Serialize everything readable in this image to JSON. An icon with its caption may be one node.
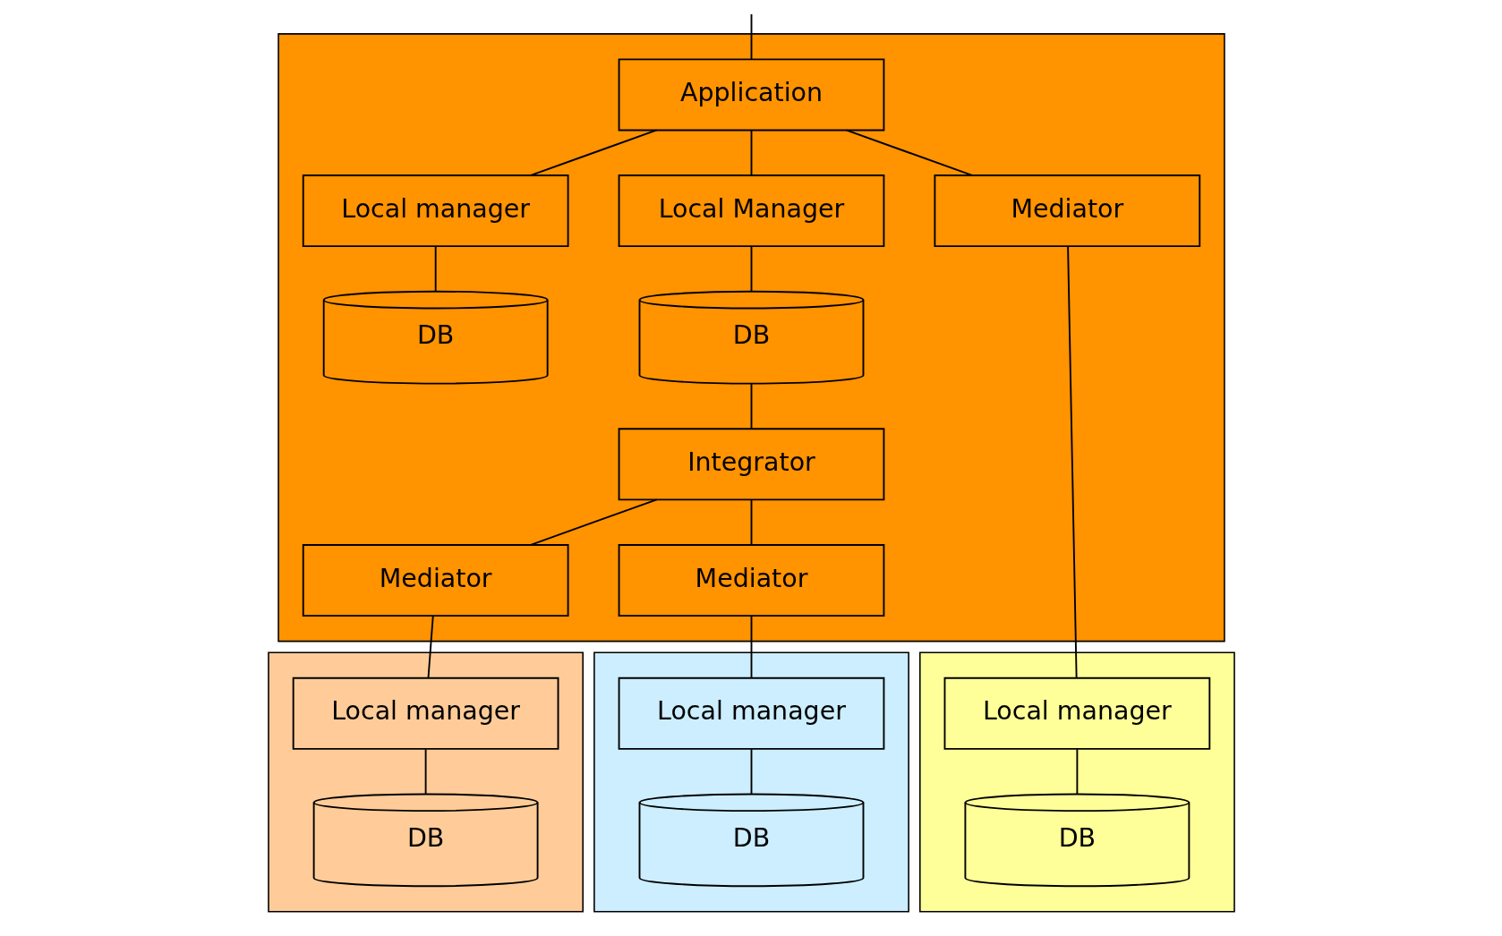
{
  "diagram": {
    "nodes": [
      {
        "text": [],
        "shape": "box"
      },
      {
        "text": [
          "Application"
        ],
        "in": 0
      },
      {
        "text": [
          "Local manager"
        ],
        "in": 0
      },
      {
        "text": [
          "Mediator"
        ],
        "in": 0
      },
      {
        "text": [
          "Local Manager"
        ],
        "in": 0
      },
      {
        "text": [
          "DB"
        ],
        "in": 0
      },
      {
        "text": [
          "DB"
        ],
        "in": 0
      },
      {
        "text": [
          "Integrator"
        ],
        "in": 0
      },
      {
        "text": [
          "Mediator"
        ],
        "in": 0
      },
      {
        "text": [
          "Mediator"
        ],
        "in": 0
      },
      {
        "text": [],
        "shape": "box"
      },
      {
        "text": [
          "Local manager"
        ],
        "in": 10
      },
      {
        "text": [
          "DB"
        ],
        "in": 10
      },
      {
        "text": [],
        "shape": "box"
      },
      {
        "text": [
          "Local manager"
        ],
        "in": 13
      },
      {
        "text": [
          "DB"
        ],
        "in": 13
      },
      {
        "text": [],
        "shape": "box"
      },
      {
        "text": [
          "Local manager"
        ],
        "in": 16
      },
      {
        "text": [
          "DB"
        ],
        "in": 16
      }
    ],
    "edges": [
      {
        "from": null,
        "to": 1,
        "arrow": "none"
      },
      {
        "from": 1,
        "to": 2,
        "arrow": "none"
      },
      {
        "from": 1,
        "to": 3,
        "arrow": "none"
      },
      {
        "from": 1,
        "to": 4,
        "arrow": "none"
      },
      {
        "from": 2,
        "to": 5,
        "arrow": "none"
      },
      {
        "from": 3,
        "to": 11,
        "arrow": "none"
      },
      {
        "from": 4,
        "to": 6,
        "arrow": "none"
      },
      {
        "from": 6,
        "to": 7,
        "arrow": "none"
      },
      {
        "from": 7,
        "to": 8,
        "arrow": "none"
      },
      {
        "from": 7,
        "to": 9,
        "arrow": "none"
      },
      {
        "from": 8,
        "to": 14,
        "arrow": "none"
      },
      {
        "from": 9,
        "to": 17,
        "arrow": "none"
      },
      {
        "from": 11,
        "to": 12,
        "arrow": "none"
      },
      {
        "from": 14,
        "to": 15,
        "arrow": "none"
      },
      {
        "from": 17,
        "to": 18,
        "arrow": "none"
      }
    ]
  }
}
